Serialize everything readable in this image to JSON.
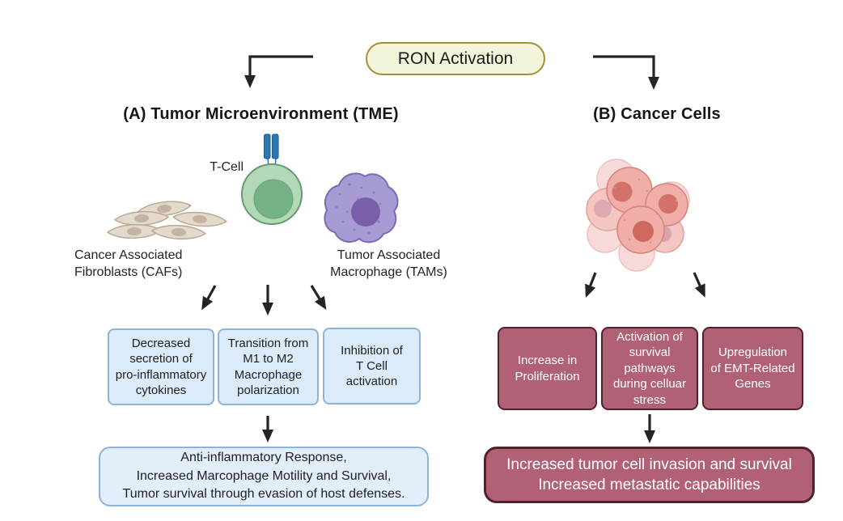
{
  "ron": {
    "label": "RON Activation"
  },
  "tme": {
    "heading": "(A) Tumor Microenvironment (TME)",
    "t_cell_label": "T-Cell",
    "caf_label": "Cancer Associated\nFibroblasts (CAFs)",
    "tam_label": "Tumor Associated\nMacrophage (TAMs)",
    "boxes": [
      {
        "text": "Decreased\nsecretion of\npro-inflammatory\ncytokines"
      },
      {
        "text": "Transition from\nM1 to M2\nMacrophage\npolarization"
      },
      {
        "text": "Inhibition of\nT Cell\nactivation"
      }
    ],
    "outcome_text": "Anti-inflammatory Response,\nIncreased Marcophage Motility and Survival,\nTumor survival through evasion of host defenses."
  },
  "cancer": {
    "heading": "(B) Cancer Cells",
    "boxes": [
      {
        "text": "Increase in\nProliferation"
      },
      {
        "text": "Activation of\nsurvival\npathways\nduring celluar\nstress"
      },
      {
        "text": "Upregulation\nof EMT-Related\nGenes"
      }
    ],
    "outcome_text": "Increased tumor cell invasion and survival\nIncreased metastatic capabilities"
  },
  "colors": {
    "pill_bg": "#f3f4da",
    "pill_border": "#a38e39",
    "blue_box_bg": "#dcebf9",
    "blue_box_border": "#8db3da",
    "maroon_box_bg": "#b16176",
    "maroon_box_border": "#54202c",
    "arrow": "#242424",
    "t_cell_body": "#b2d8b7",
    "t_cell_nucleus": "#74b287",
    "t_cell_receptor": "#2e77ae",
    "fibroblast_body": "#e3dacb",
    "fibroblast_nucleus": "#c5b2a4",
    "macrophage_body": "#a89bd3",
    "macrophage_nucleus": "#7a5fa9",
    "cancer_cell_body": "#f1aea8",
    "cancer_cell_nucleus": "#d4716a"
  }
}
